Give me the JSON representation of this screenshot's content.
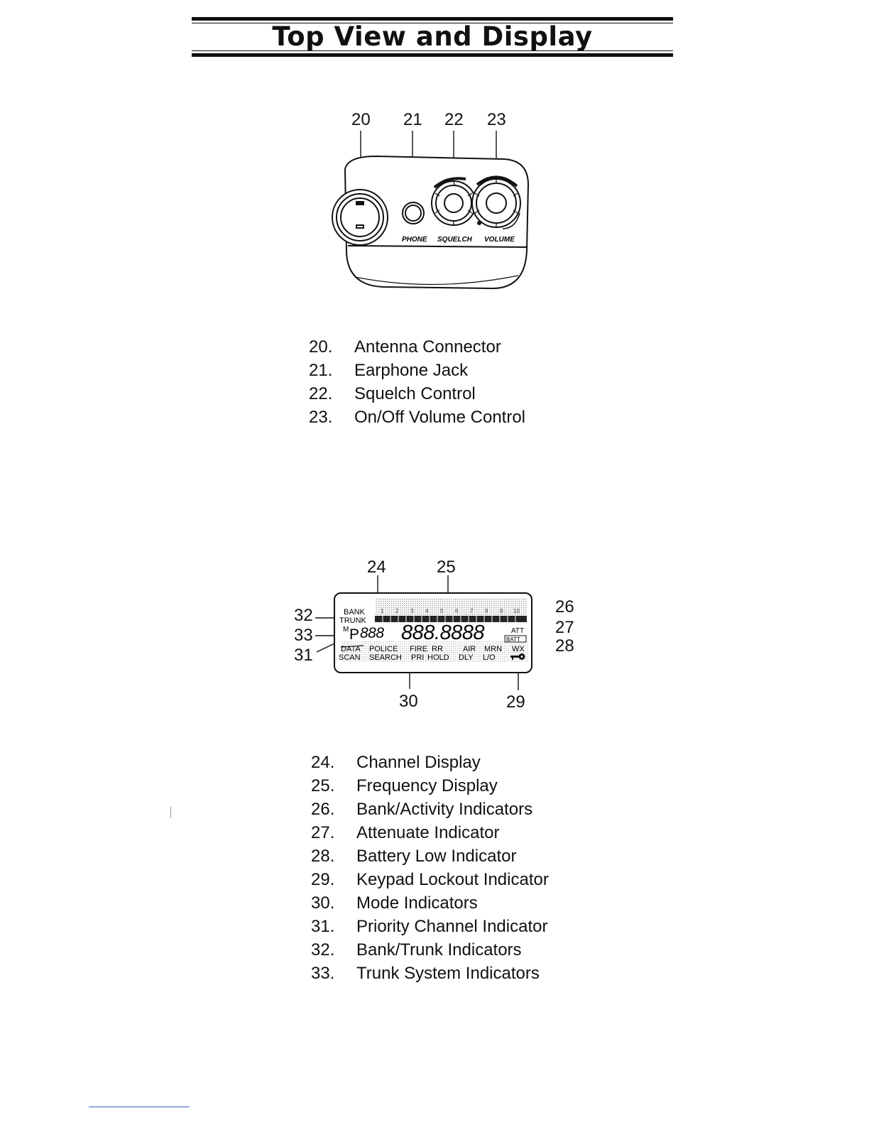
{
  "header": {
    "title": "Top View and Display"
  },
  "top_view": {
    "callouts": [
      "20",
      "21",
      "22",
      "23"
    ],
    "labels": {
      "phone": "PHONE",
      "squelch": "SQUELCH",
      "volume": "VOLUME"
    },
    "legend": [
      {
        "num": "20.",
        "text": "Antenna Connector"
      },
      {
        "num": "21.",
        "text": "Earphone Jack"
      },
      {
        "num": "22.",
        "text": "Squelch Control"
      },
      {
        "num": "23.",
        "text": "On/Off Volume Control"
      }
    ]
  },
  "display": {
    "callouts": [
      "24",
      "25",
      "26",
      "27",
      "28",
      "29",
      "30",
      "31",
      "32",
      "33"
    ],
    "lcd": {
      "bank": "BANK",
      "trunk": "TRUNK",
      "bank_numbers": [
        "1",
        "2",
        "3",
        "4",
        "5",
        "6",
        "7",
        "8",
        "9",
        "10"
      ],
      "m_label": "M",
      "p_label": "P",
      "channel_digits": "888",
      "frequency_digits": "888.8888",
      "att": "ATT",
      "batt": "BATT",
      "row1": [
        "DATA",
        "POLICE",
        "FIRE",
        "RR",
        "AIR",
        "MRN",
        "WX"
      ],
      "row2": [
        "SCAN",
        "SEARCH",
        "PRI",
        "HOLD",
        "DLY",
        "L/O"
      ]
    },
    "legend": [
      {
        "num": "24.",
        "text": "Channel Display"
      },
      {
        "num": "25.",
        "text": "Frequency Display"
      },
      {
        "num": "26.",
        "text": "Bank/Activity Indicators"
      },
      {
        "num": "27.",
        "text": "Attenuate Indicator"
      },
      {
        "num": "28.",
        "text": "Battery Low Indicator"
      },
      {
        "num": "29.",
        "text": "Keypad Lockout Indicator"
      },
      {
        "num": "30.",
        "text": "Mode Indicators"
      },
      {
        "num": "31.",
        "text": "Priority Channel Indicator"
      },
      {
        "num": "32.",
        "text": "Bank/Trunk Indicators"
      },
      {
        "num": "33.",
        "text": "Trunk System Indicators"
      }
    ]
  },
  "icons": [
    "key-icon"
  ]
}
